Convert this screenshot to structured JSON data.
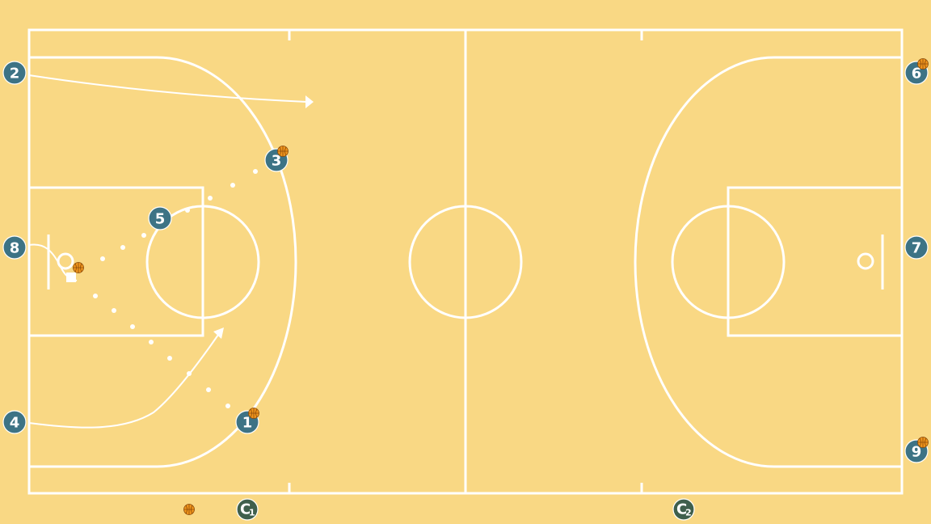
{
  "colors": {
    "court": "#f9d884",
    "lines": "#ffffff",
    "player": "#3d7385",
    "coach": "#3f5f4c",
    "ball": "#f0951c"
  },
  "players": [
    {
      "id": "p2",
      "label": "2",
      "ball": false
    },
    {
      "id": "p3",
      "label": "3",
      "ball": true
    },
    {
      "id": "p5",
      "label": "5",
      "ball": false
    },
    {
      "id": "p8",
      "label": "8",
      "ball": false
    },
    {
      "id": "p4",
      "label": "4",
      "ball": false
    },
    {
      "id": "p1",
      "label": "1",
      "ball": true
    },
    {
      "id": "p6",
      "label": "6",
      "ball": true
    },
    {
      "id": "p7",
      "label": "7",
      "ball": false
    },
    {
      "id": "p9",
      "label": "9",
      "ball": true
    }
  ],
  "coaches": [
    {
      "id": "c1",
      "label": "C",
      "sub": "1"
    },
    {
      "id": "c2",
      "label": "C",
      "sub": "2"
    }
  ],
  "loose_ball_icon": "basketball-icon"
}
